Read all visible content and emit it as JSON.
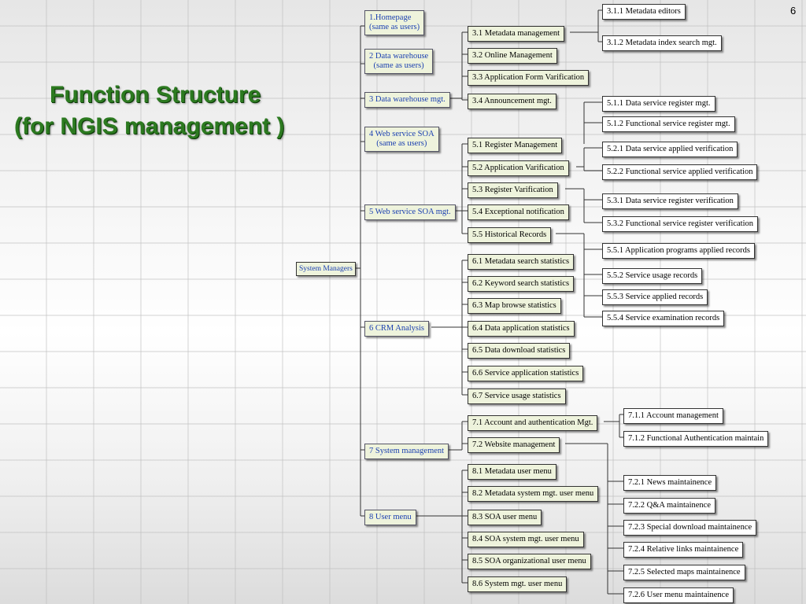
{
  "title_line1": "Function Structure",
  "title_line2": "(for NGIS management  )",
  "page_number": "6",
  "root": "System Managers",
  "level2": [
    {
      "id": "l2_1",
      "label": "1.Homepage",
      "label2": "(same as users)"
    },
    {
      "id": "l2_2",
      "label": "2 Data warehouse",
      "label2": "(same as users)"
    },
    {
      "id": "l2_3",
      "label": "3 Data warehouse mgt.",
      "label2": ""
    },
    {
      "id": "l2_4",
      "label": "4 Web service SOA",
      "label2": "(same as users)"
    },
    {
      "id": "l2_5",
      "label": "5 Web service SOA mgt.",
      "label2": ""
    },
    {
      "id": "l2_6",
      "label": "6 CRM Analysis",
      "label2": ""
    },
    {
      "id": "l2_7",
      "label": "7 System management",
      "label2": ""
    },
    {
      "id": "l2_8",
      "label": "8 User menu",
      "label2": ""
    }
  ],
  "level3": [
    {
      "id": "l3_31",
      "label": "3.1 Metadata management"
    },
    {
      "id": "l3_32",
      "label": "3.2 Online Management"
    },
    {
      "id": "l3_33",
      "label": "3.3 Application Form Varification"
    },
    {
      "id": "l3_34",
      "label": "3.4 Announcement mgt."
    },
    {
      "id": "l3_51",
      "label": "5.1 Register Management"
    },
    {
      "id": "l3_52",
      "label": "5.2 Application Varification"
    },
    {
      "id": "l3_53",
      "label": "5.3 Register Varification"
    },
    {
      "id": "l3_54",
      "label": "5.4 Exceptional notification"
    },
    {
      "id": "l3_55",
      "label": "5.5 Historical Records"
    },
    {
      "id": "l3_61",
      "label": "6.1 Metadata search statistics"
    },
    {
      "id": "l3_62",
      "label": "6.2 Keyword search statistics"
    },
    {
      "id": "l3_63",
      "label": "6.3 Map browse statistics"
    },
    {
      "id": "l3_64",
      "label": "6.4 Data application statistics"
    },
    {
      "id": "l3_65",
      "label": "6.5 Data download statistics"
    },
    {
      "id": "l3_66",
      "label": "6.6 Service application statistics"
    },
    {
      "id": "l3_67",
      "label": "6.7 Service usage statistics"
    },
    {
      "id": "l3_71",
      "label": "7.1 Account and authentication Mgt."
    },
    {
      "id": "l3_72",
      "label": "7.2 Website management"
    },
    {
      "id": "l3_81",
      "label": "8.1 Metadata user menu"
    },
    {
      "id": "l3_82",
      "label": "8.2 Metadata system mgt. user menu"
    },
    {
      "id": "l3_83",
      "label": "8.3  SOA user menu"
    },
    {
      "id": "l3_84",
      "label": "8.4 SOA system mgt. user menu"
    },
    {
      "id": "l3_85",
      "label": "8.5  SOA organizational user menu"
    },
    {
      "id": "l3_86",
      "label": "8.6  System mgt. user menu"
    }
  ],
  "level4": [
    {
      "id": "l4_311",
      "label": "3.1.1 Metadata editors"
    },
    {
      "id": "l4_312",
      "label": "3.1.2 Metadata index search mgt."
    },
    {
      "id": "l4_511",
      "label": "5.1.1 Data service register mgt."
    },
    {
      "id": "l4_512",
      "label": "5.1.2 Functional service register mgt."
    },
    {
      "id": "l4_521",
      "label": "5.2.1 Data service applied verification"
    },
    {
      "id": "l4_522",
      "label": "5.2.2 Functional service applied verification"
    },
    {
      "id": "l4_531",
      "label": "5.3.1 Data service register verification"
    },
    {
      "id": "l4_532",
      "label": "5.3.2 Functional service register verification"
    },
    {
      "id": "l4_551",
      "label": "5.5.1 Application programs applied records"
    },
    {
      "id": "l4_552",
      "label": "5.5.2 Service usage records"
    },
    {
      "id": "l4_553",
      "label": "5.5.3 Service applied records"
    },
    {
      "id": "l4_554",
      "label": "5.5.4 Service examination records"
    },
    {
      "id": "l4_711",
      "label": "7.1.1 Account management"
    },
    {
      "id": "l4_712",
      "label": "7.1.2 Functional Authentication maintain"
    },
    {
      "id": "l4_721",
      "label": "7.2.1 News maintainence"
    },
    {
      "id": "l4_722",
      "label": "7.2.2 Q&A maintainence"
    },
    {
      "id": "l4_723",
      "label": "7.2.3 Special download maintainence"
    },
    {
      "id": "l4_724",
      "label": "7.2.4 Relative links maintainence"
    },
    {
      "id": "l4_725",
      "label": "7.2.5 Selected maps maintainence"
    },
    {
      "id": "l4_726",
      "label": "7.2.6 User menu maintainence"
    }
  ]
}
